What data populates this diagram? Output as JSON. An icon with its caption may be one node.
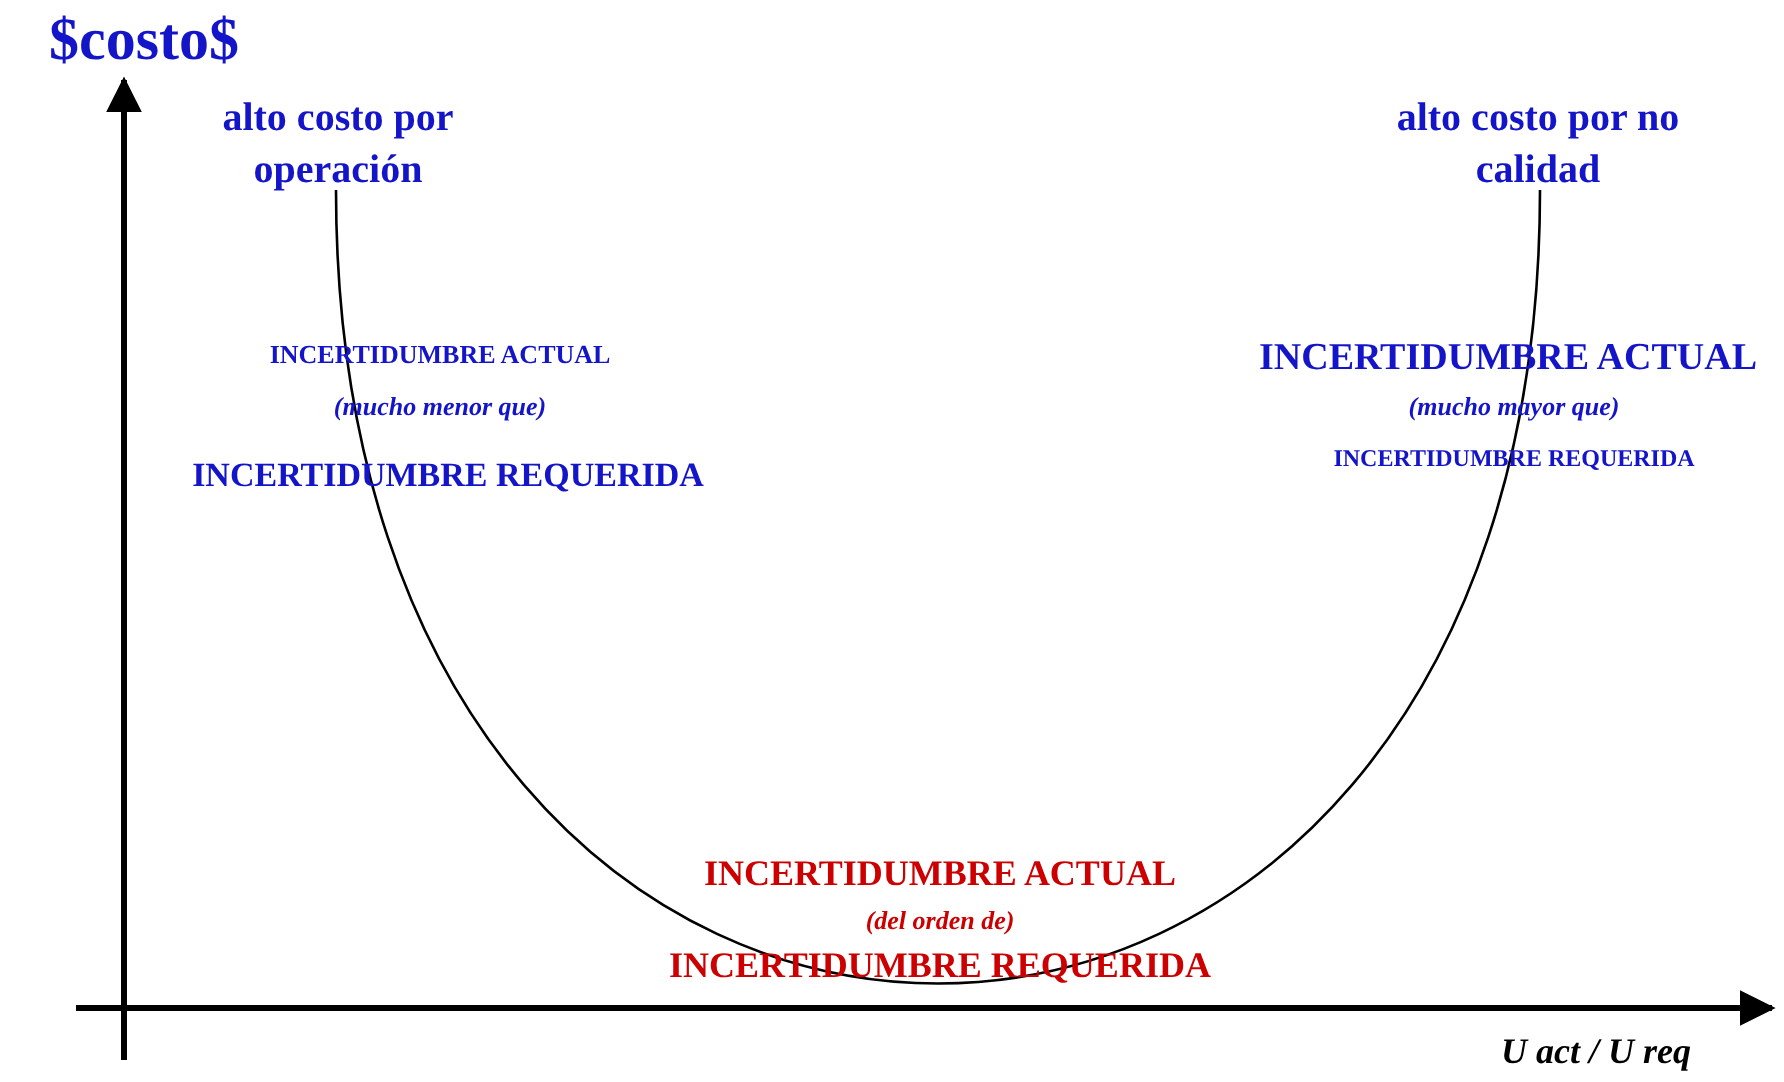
{
  "diagram": {
    "labels": [
      "$costo$",
      "alto costo por operación",
      "alto costo por no calidad",
      "INCERTIDUMBRE ACTUAL",
      "(mucho menor que)",
      "INCERTIDUMBRE REQUERIDA",
      "INCERTIDUMBRE ACTUAL",
      "(mucho mayor que)",
      "INCERTIDUMBRE REQUERIDA",
      "INCERTIDUMBRE ACTUAL",
      "(del orden de)",
      "INCERTIDUMBRE REQUERIDA",
      "U act / U req"
    ]
  }
}
